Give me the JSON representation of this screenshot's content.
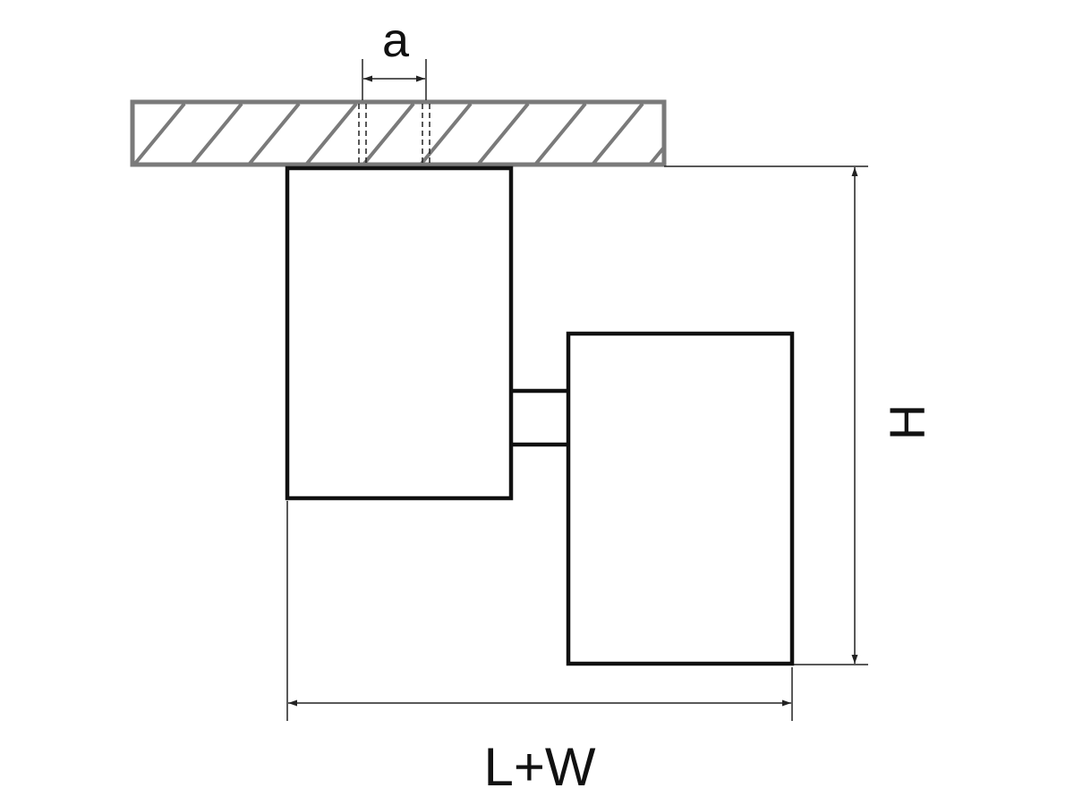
{
  "labels": {
    "mount_spacing": "a",
    "height": "H",
    "total_width": "L+W"
  },
  "colors": {
    "outline": "#111111",
    "ceiling": "#7a7a7a",
    "dimension": "#222222",
    "background": "#ffffff"
  }
}
